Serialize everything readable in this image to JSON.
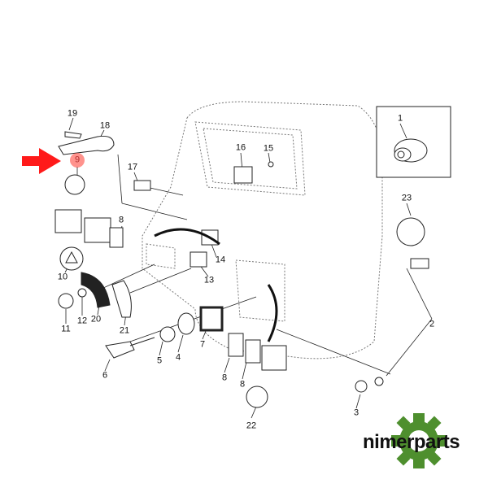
{
  "diagram": {
    "callouts": [
      "19",
      "18",
      "9",
      "17",
      "16",
      "15",
      "1",
      "23",
      "8",
      "14",
      "13",
      "10",
      "12",
      "20",
      "11",
      "21",
      "5",
      "4",
      "7",
      "6",
      "8",
      "8",
      "22",
      "2",
      "3"
    ],
    "highlighted_callout": "9",
    "highlight_color": "#ff3b30",
    "arrow_color": "#ff1a1a",
    "line_color": "#222222"
  },
  "watermark": {
    "brand": "nimerparts",
    "gear_color": "#4e8f2e"
  }
}
